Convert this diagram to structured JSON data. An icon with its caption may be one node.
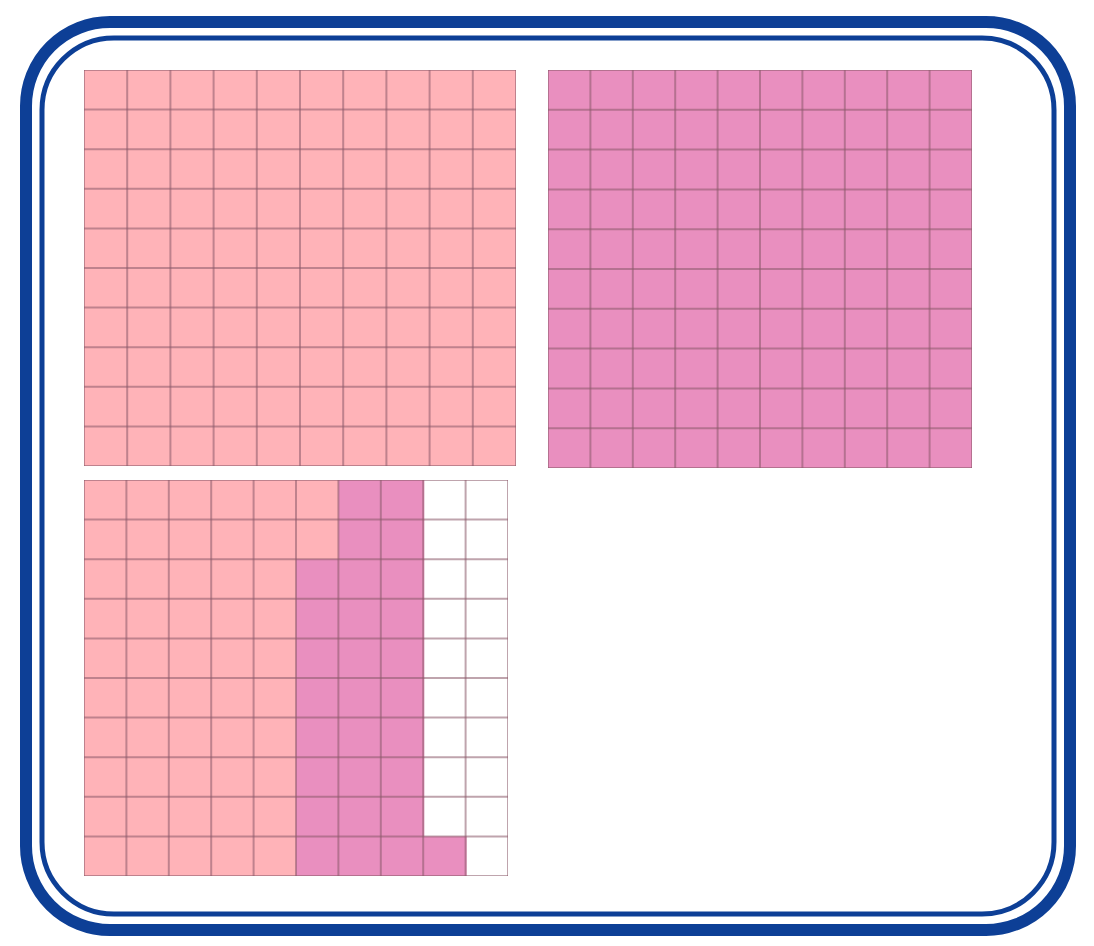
{
  "diagram": {
    "nodes": [
      {
        "text": [],
        "shape": "grid"
      },
      {
        "text": [],
        "shape": "grid"
      },
      {
        "text": [],
        "shape": "grid"
      }
    ]
  }
}
